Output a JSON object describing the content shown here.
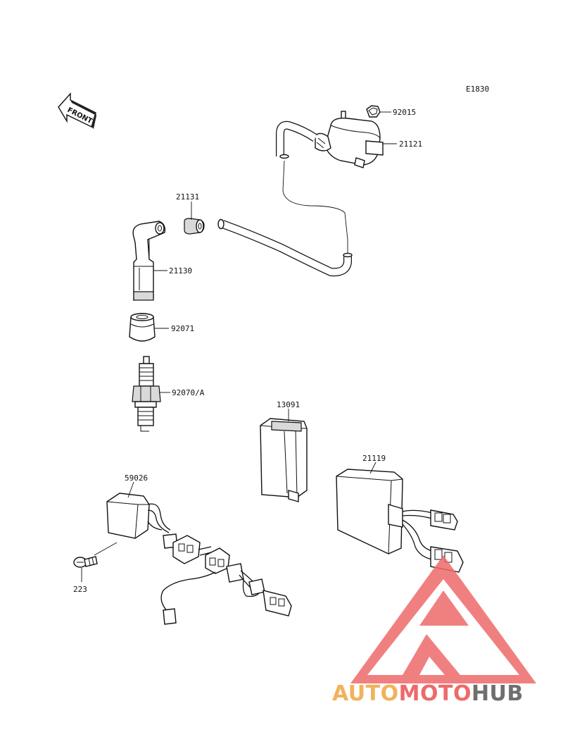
{
  "diagram_code": "E1830",
  "front_label": "FRONT",
  "labels": {
    "p92015": "92015",
    "p21121": "21121",
    "p21131": "21131",
    "p21130": "21130",
    "p92071": "92071",
    "p92070A": "92070/A",
    "p13091": "13091",
    "p21119": "21119",
    "p59026": "59026",
    "p223": "223"
  },
  "watermark": {
    "part1": "AUTO",
    "part2": "MOTO",
    "part3": "HUB",
    "colors": {
      "orange": "#f2b25a",
      "red": "#ee6a6a",
      "gray": "#6f6f6f"
    }
  }
}
